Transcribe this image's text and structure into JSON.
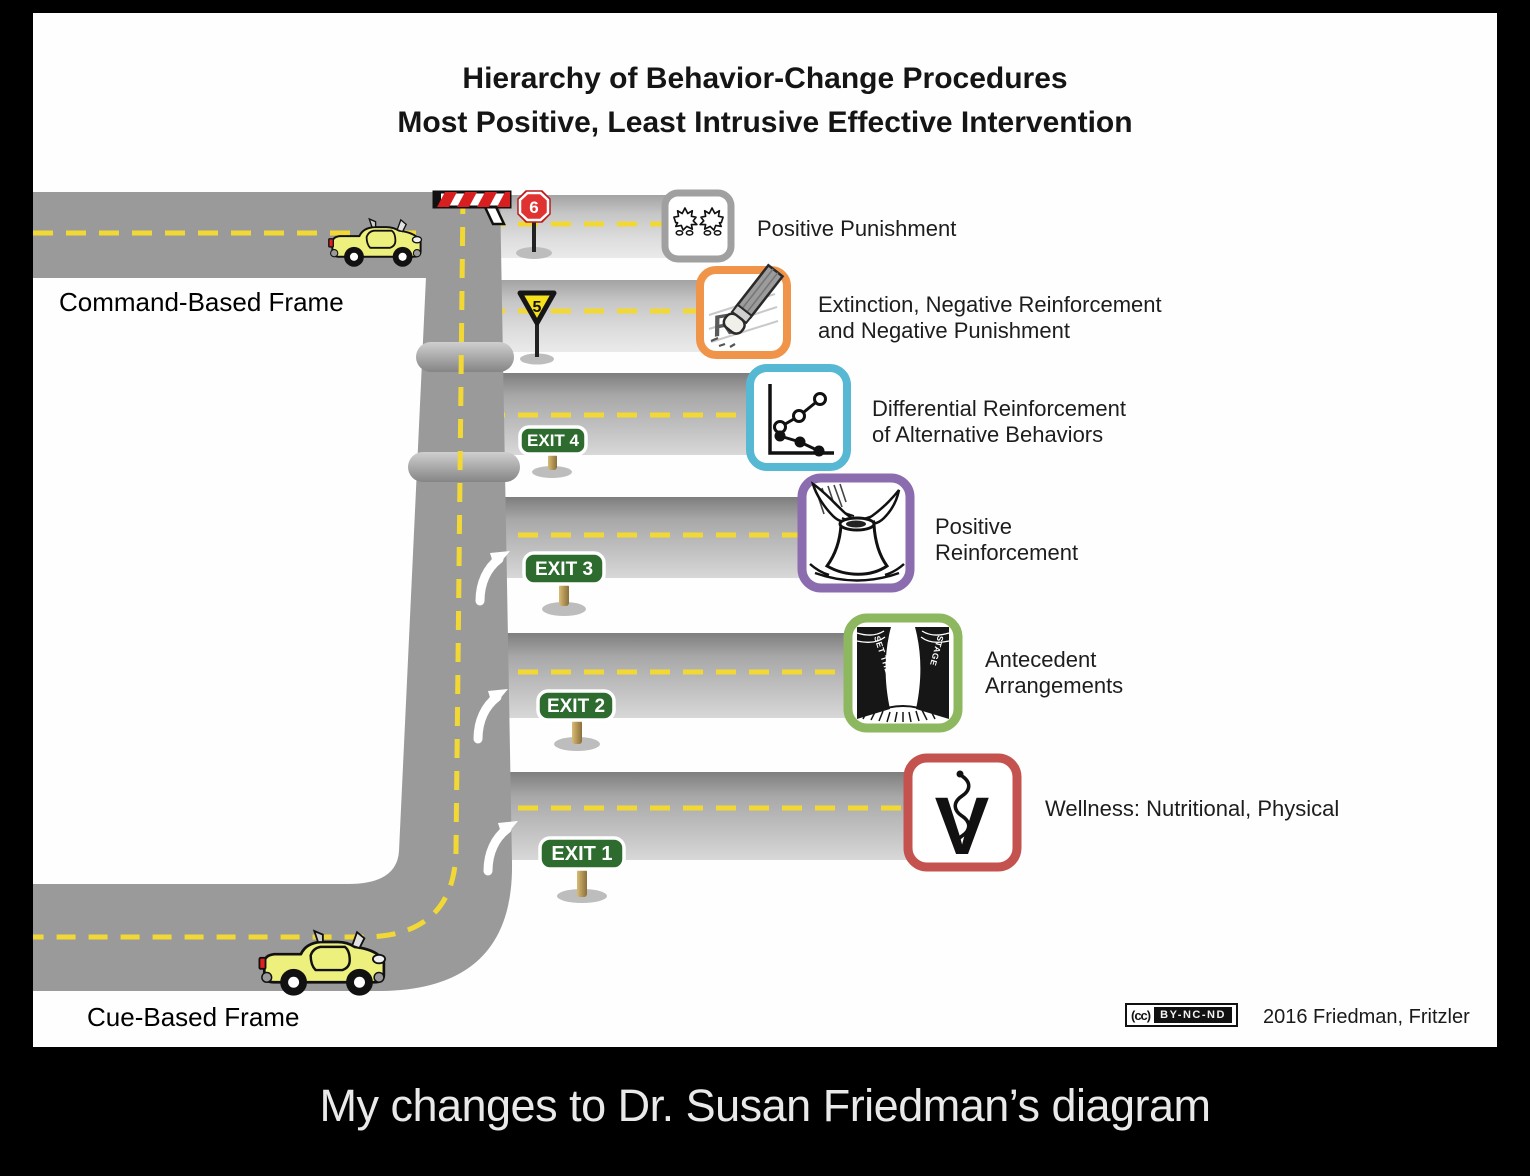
{
  "title": {
    "line1": "Hierarchy of Behavior-Change Procedures",
    "line2": "Most Positive, Least Intrusive Effective Intervention"
  },
  "frames": {
    "command": "Command-Based Frame",
    "cue": "Cue-Based Frame"
  },
  "road_signs": {
    "stop_number": "6",
    "yield_number": "5"
  },
  "exits": {
    "exit4": "EXIT 4",
    "exit3": "EXIT 3",
    "exit2": "EXIT 2",
    "exit1": "EXIT 1"
  },
  "procedures": [
    {
      "name": "positive-punishment",
      "line1": "Positive Punishment",
      "line2": "",
      "accent": "#a0a0a0",
      "icon": "fighting-pigs-icon"
    },
    {
      "name": "extinction-negative-reinforcement-punishment",
      "line1": "Extinction, Negative Reinforcement",
      "line2": "and Negative Punishment",
      "accent": "#f0944a",
      "icon": "eraser-icon"
    },
    {
      "name": "differential-reinforcement",
      "line1": "Differential Reinforcement",
      "line2": "of Alternative Behaviors",
      "accent": "#57b8d3",
      "icon": "line-chart-icon"
    },
    {
      "name": "positive-reinforcement",
      "line1": "Positive",
      "line2": "Reinforcement",
      "accent": "#8a6caf",
      "icon": "pottery-hands-icon"
    },
    {
      "name": "antecedent-arrangements",
      "line1": "Antecedent",
      "line2": "Arrangements",
      "accent": "#8db860",
      "icon": "stage-curtains-icon"
    },
    {
      "name": "wellness",
      "line1": "Wellness: Nutritional, Physical",
      "line2": "",
      "accent": "#c4534f",
      "icon": "veterinary-symbol-icon"
    }
  ],
  "stage_icon": {
    "left_text": "SET THE",
    "right_text": "STAGE"
  },
  "vet_icon": {
    "letter": "V"
  },
  "eraser_icon": {
    "letter": "R"
  },
  "license": {
    "cc_symbol": "(cc)",
    "cc_terms": "BY-NC-ND",
    "credit": "2016 Friedman, Fritzler"
  },
  "caption": "My changes to Dr. Susan Friedman’s diagram"
}
